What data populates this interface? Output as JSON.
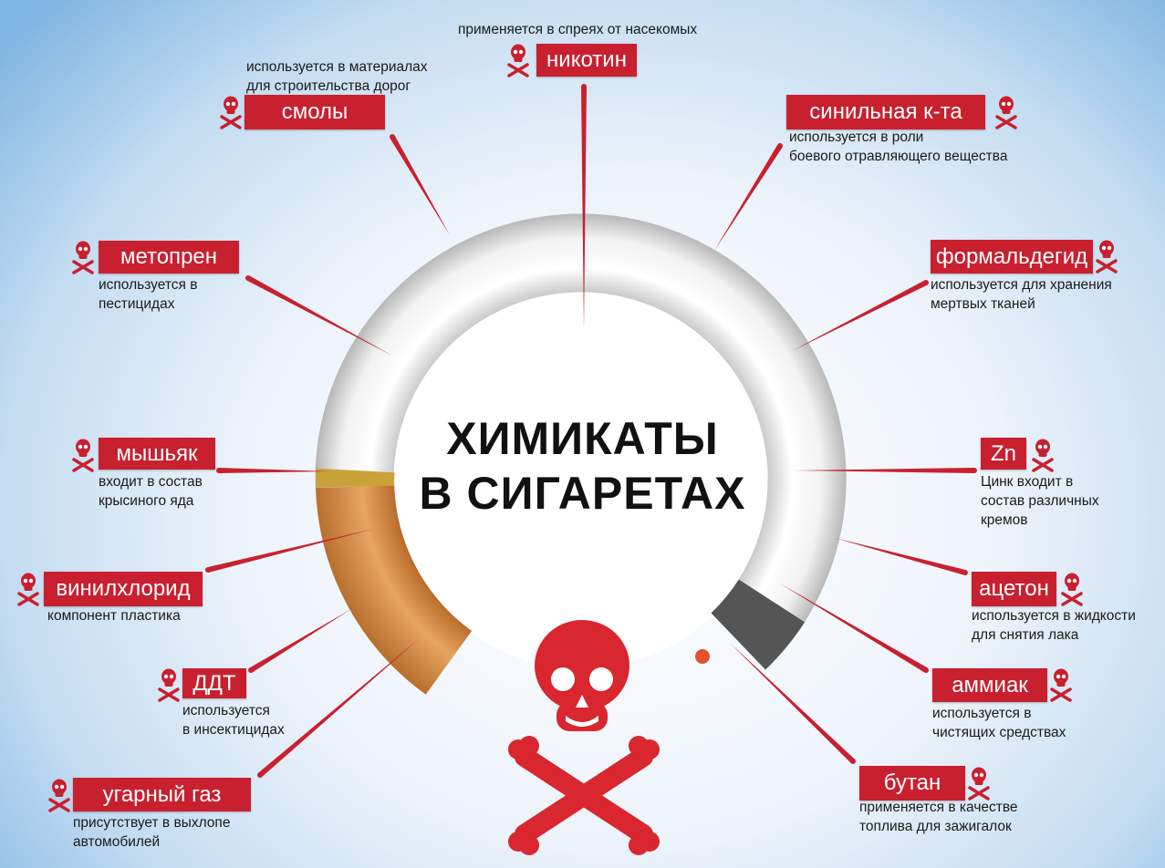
{
  "title": {
    "line1": "ХИМИКАТЫ",
    "line2": "В СИГАРЕТАХ"
  },
  "colors": {
    "accent": "#c8202f",
    "text": "#1a1a1a"
  },
  "icon": "skull-crossbones-icon",
  "chemicals": [
    {
      "name": "никотин",
      "description": "применяется в спреях от насекомых"
    },
    {
      "name": "смолы",
      "description": "используется в материалах\nдля строительства дорог"
    },
    {
      "name": "синильная к-та",
      "description": "используется в роли\nбоевого отравляющего вещества"
    },
    {
      "name": "метопрен",
      "description": "используется в\nпестицидах"
    },
    {
      "name": "формальдегид",
      "description": "используется для хранения\nмертвых тканей"
    },
    {
      "name": "мышьяк",
      "description": "входит в состав\nкрысиного яда"
    },
    {
      "name": "Zn",
      "description": "Цинк входит в\nсостав различных\nкремов"
    },
    {
      "name": "винилхлорид",
      "description": "компонент пластика"
    },
    {
      "name": "ацетон",
      "description": "используется в жидкости\nдля снятия лака"
    },
    {
      "name": "ДДТ",
      "description": "используется\nв инсектицидах"
    },
    {
      "name": "аммиак",
      "description": "используется в\nчистящих средствах"
    },
    {
      "name": "угарный газ",
      "description": "присутствует в выхлопе\nавтомобилей"
    },
    {
      "name": "бутан",
      "description": "применяется в качестве\nтоплива для зажигалок"
    }
  ]
}
